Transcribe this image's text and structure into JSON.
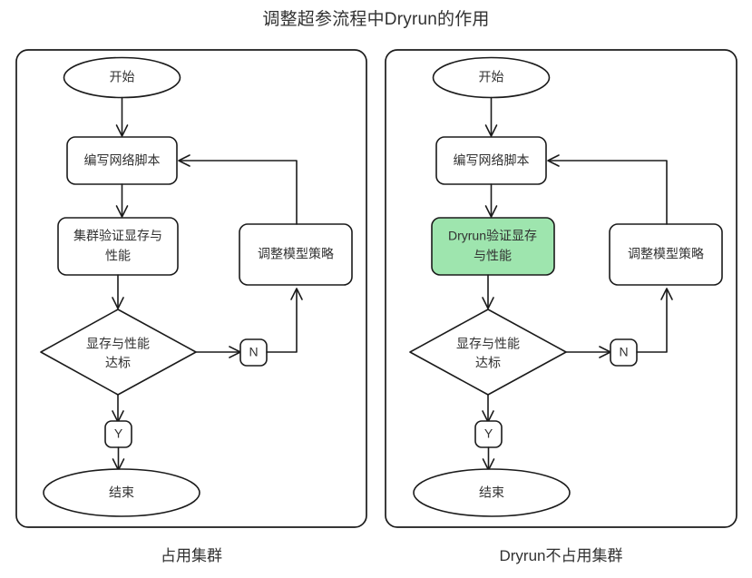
{
  "title": "调整超参流程中Dryrun的作用",
  "colors": {
    "stroke": "#1b1b1b",
    "text": "#313131",
    "highlight_fill": "#9ee5ae",
    "node_fill": "#ffffff",
    "background": "#ffffff"
  },
  "panels": [
    {
      "id": "left",
      "caption": "占用集群",
      "nodes": {
        "start": "开始",
        "script": "编写网络脚本",
        "validate_line1": "集群验证显存与",
        "validate_line2": "性能",
        "decision_line1": "显存与性能",
        "decision_line2": "达标",
        "adjust": "调整模型策略",
        "end": "结束"
      },
      "branch_labels": {
        "no": "N",
        "yes": "Y"
      },
      "highlighted_node": null
    },
    {
      "id": "right",
      "caption": "Dryrun不占用集群",
      "nodes": {
        "start": "开始",
        "script": "编写网络脚本",
        "validate_line1": "Dryrun验证显存",
        "validate_line2": "与性能",
        "decision_line1": "显存与性能",
        "decision_line2": "达标",
        "adjust": "调整模型策略",
        "end": "结束"
      },
      "branch_labels": {
        "no": "N",
        "yes": "Y"
      },
      "highlighted_node": "validate"
    }
  ]
}
